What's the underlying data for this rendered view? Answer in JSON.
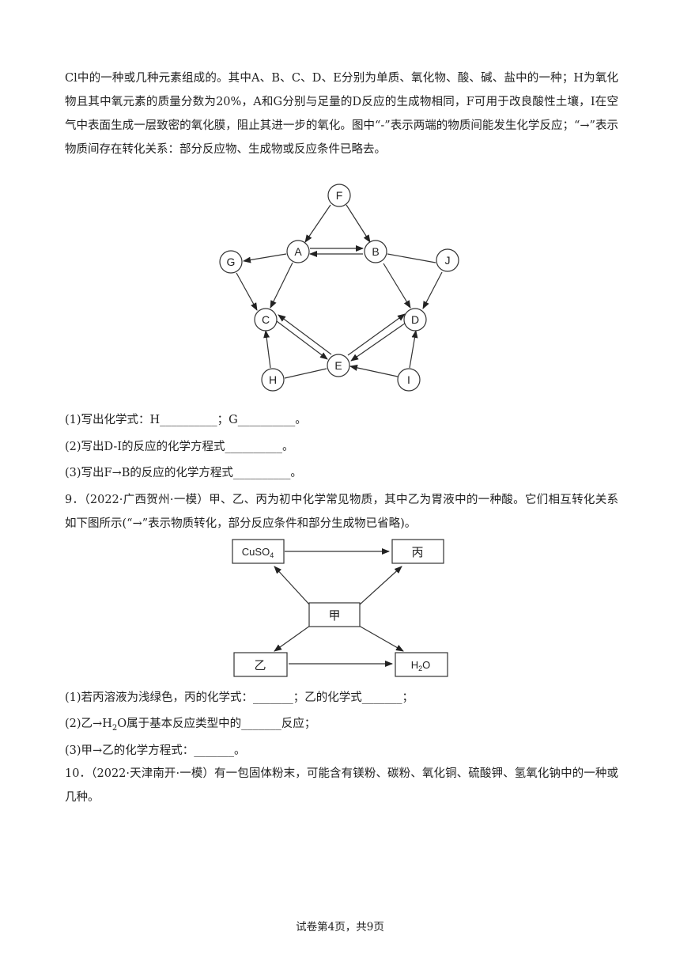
{
  "intro_text": "Cl中的一种或几种元素组成的。其中A、B、C、D、E分别为单质、氧化物、酸、碱、盐中的一种；H为氧化物且其中氧元素的质量分数为20%，A和G分别与足量的D反应的生成物相同，F可用于改良酸性土壤，I在空气中表面生成一层致密的氧化膜，阻止其进一步的氧化。图中“-”表示两端的物质间能发生化学反应；“→”表示物质间存在转化关系：部分反应物、生成物或反应条件已略去。",
  "diagram1": {
    "nodes": [
      {
        "id": "F"
      },
      {
        "id": "A"
      },
      {
        "id": "B"
      },
      {
        "id": "G"
      },
      {
        "id": "J"
      },
      {
        "id": "C"
      },
      {
        "id": "D"
      },
      {
        "id": "E"
      },
      {
        "id": "H"
      },
      {
        "id": "I"
      }
    ]
  },
  "q8": {
    "q1": "(1)写出化学式：H__________；G__________。",
    "q2": "(2)写出D-I的反应的化学方程式__________。",
    "q3": "(3)写出F→B的反应的化学方程式__________。"
  },
  "q9": {
    "intro": "9．（2022·广西贺州·一模）甲、乙、丙为初中化学常见物质，其中乙为胃液中的一种酸。它们相互转化关系如下图所示(“→”表示物质转化，部分反应条件和部分生成物已省略)。",
    "diagram": {
      "cuso4_main": "CuSO",
      "cuso4_sub": "4",
      "bing": "丙",
      "jia": "甲",
      "yi": "乙",
      "h2o_h": "H",
      "h2o_sub": "2",
      "h2o_o": "O"
    },
    "q1": "(1)若丙溶液为浅绿色，丙的化学式：_______；乙的化学式_______；",
    "q2_pre": "(2)乙→H",
    "q2_sub": "2",
    "q2_post": "O属于基本反应类型中的_______反应；",
    "q3": "(3)甲→乙的化学方程式：_______。"
  },
  "q10": {
    "intro": "10．（2022·天津南开·一模）有一包固体粉末，可能含有镁粉、碳粉、氧化铜、硫酸钾、氢氧化钠中的一种或几种。"
  },
  "footer": "试卷第4页，共9页"
}
